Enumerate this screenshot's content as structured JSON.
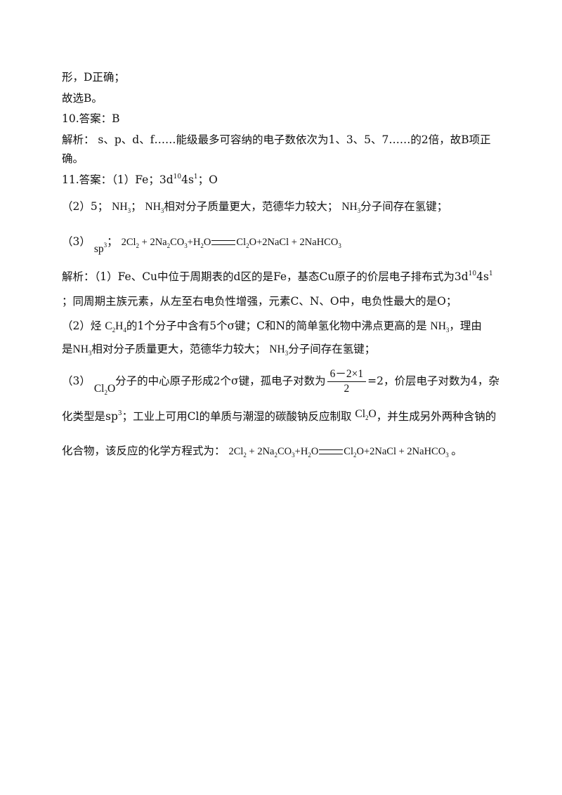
{
  "lines": {
    "l1": "形，D正确；",
    "l2": "故选B。",
    "l3": "10.答案：B",
    "l4": "解析：  s、p、d、f……能级最多可容纳的电子数依次为1、3、5、7……的2倍，故B项正",
    "l5": "确。",
    "l6_a": "11.答案：（1）Fe；3d",
    "l6_b": "4s",
    "l6_c": "；O",
    "l7_a": "（2）5；",
    "l7_b": "；",
    "l7_c": "相对分子质量更大，范德华力较大；",
    "l7_d": "分子间存在氢键；",
    "l8_a": "（3）",
    "l8_b": "sp",
    "l8_c": "；",
    "l9_a": "解析：（1）Fe、Cu中位于周期表的d区的是Fe，基态Cu原子的价层电子排布式为3d",
    "l9_b": "4s",
    "l10": "；同周期主族元素，从左至右电负性增强，元素C、N、O中，电负性最大的是O；",
    "l11_a": "（2）烃",
    "l11_b": "的1个分子中含有5个σ键；C和N的简单氢化物中沸点更高的是",
    "l11_c": "，理由",
    "l12_a": "是",
    "l12_b": "相对分子质量更大，范德华力较大；",
    "l12_c": "分子间存在氢键；",
    "l13_a": "（3）",
    "l13_b": "分子的中心原子形成2个σ键，孤电子对数为",
    "l13_num": "6－2×1",
    "l13_den": "2",
    "l13_c": "=2，价层电子对数为4，杂",
    "l14_a": "化类型是sp",
    "l14_b": "；工业上可用Cl的单质与潮湿的碳酸钠反应制取",
    "l14_c": "，并生成另外两种含钠的",
    "l15_a": "化合物，该反应的化学方程式为：",
    "l15_end": "。"
  },
  "supers": {
    "ten": "10",
    "one": "1",
    "three": "3",
    "two": "2",
    "four": "4"
  },
  "chem": {
    "nh": "NH",
    "c": "C",
    "h": "H",
    "cl": "Cl",
    "o": "O",
    "eq_lhs_a": "2Cl",
    "eq_lhs_b": " + 2Na",
    "eq_lhs_c": "CO",
    "eq_lhs_d": "+H",
    "eq_lhs_e": "O",
    "eq_rhs_a": "Cl",
    "eq_rhs_b": "O+2NaCl + 2NaHCO"
  }
}
